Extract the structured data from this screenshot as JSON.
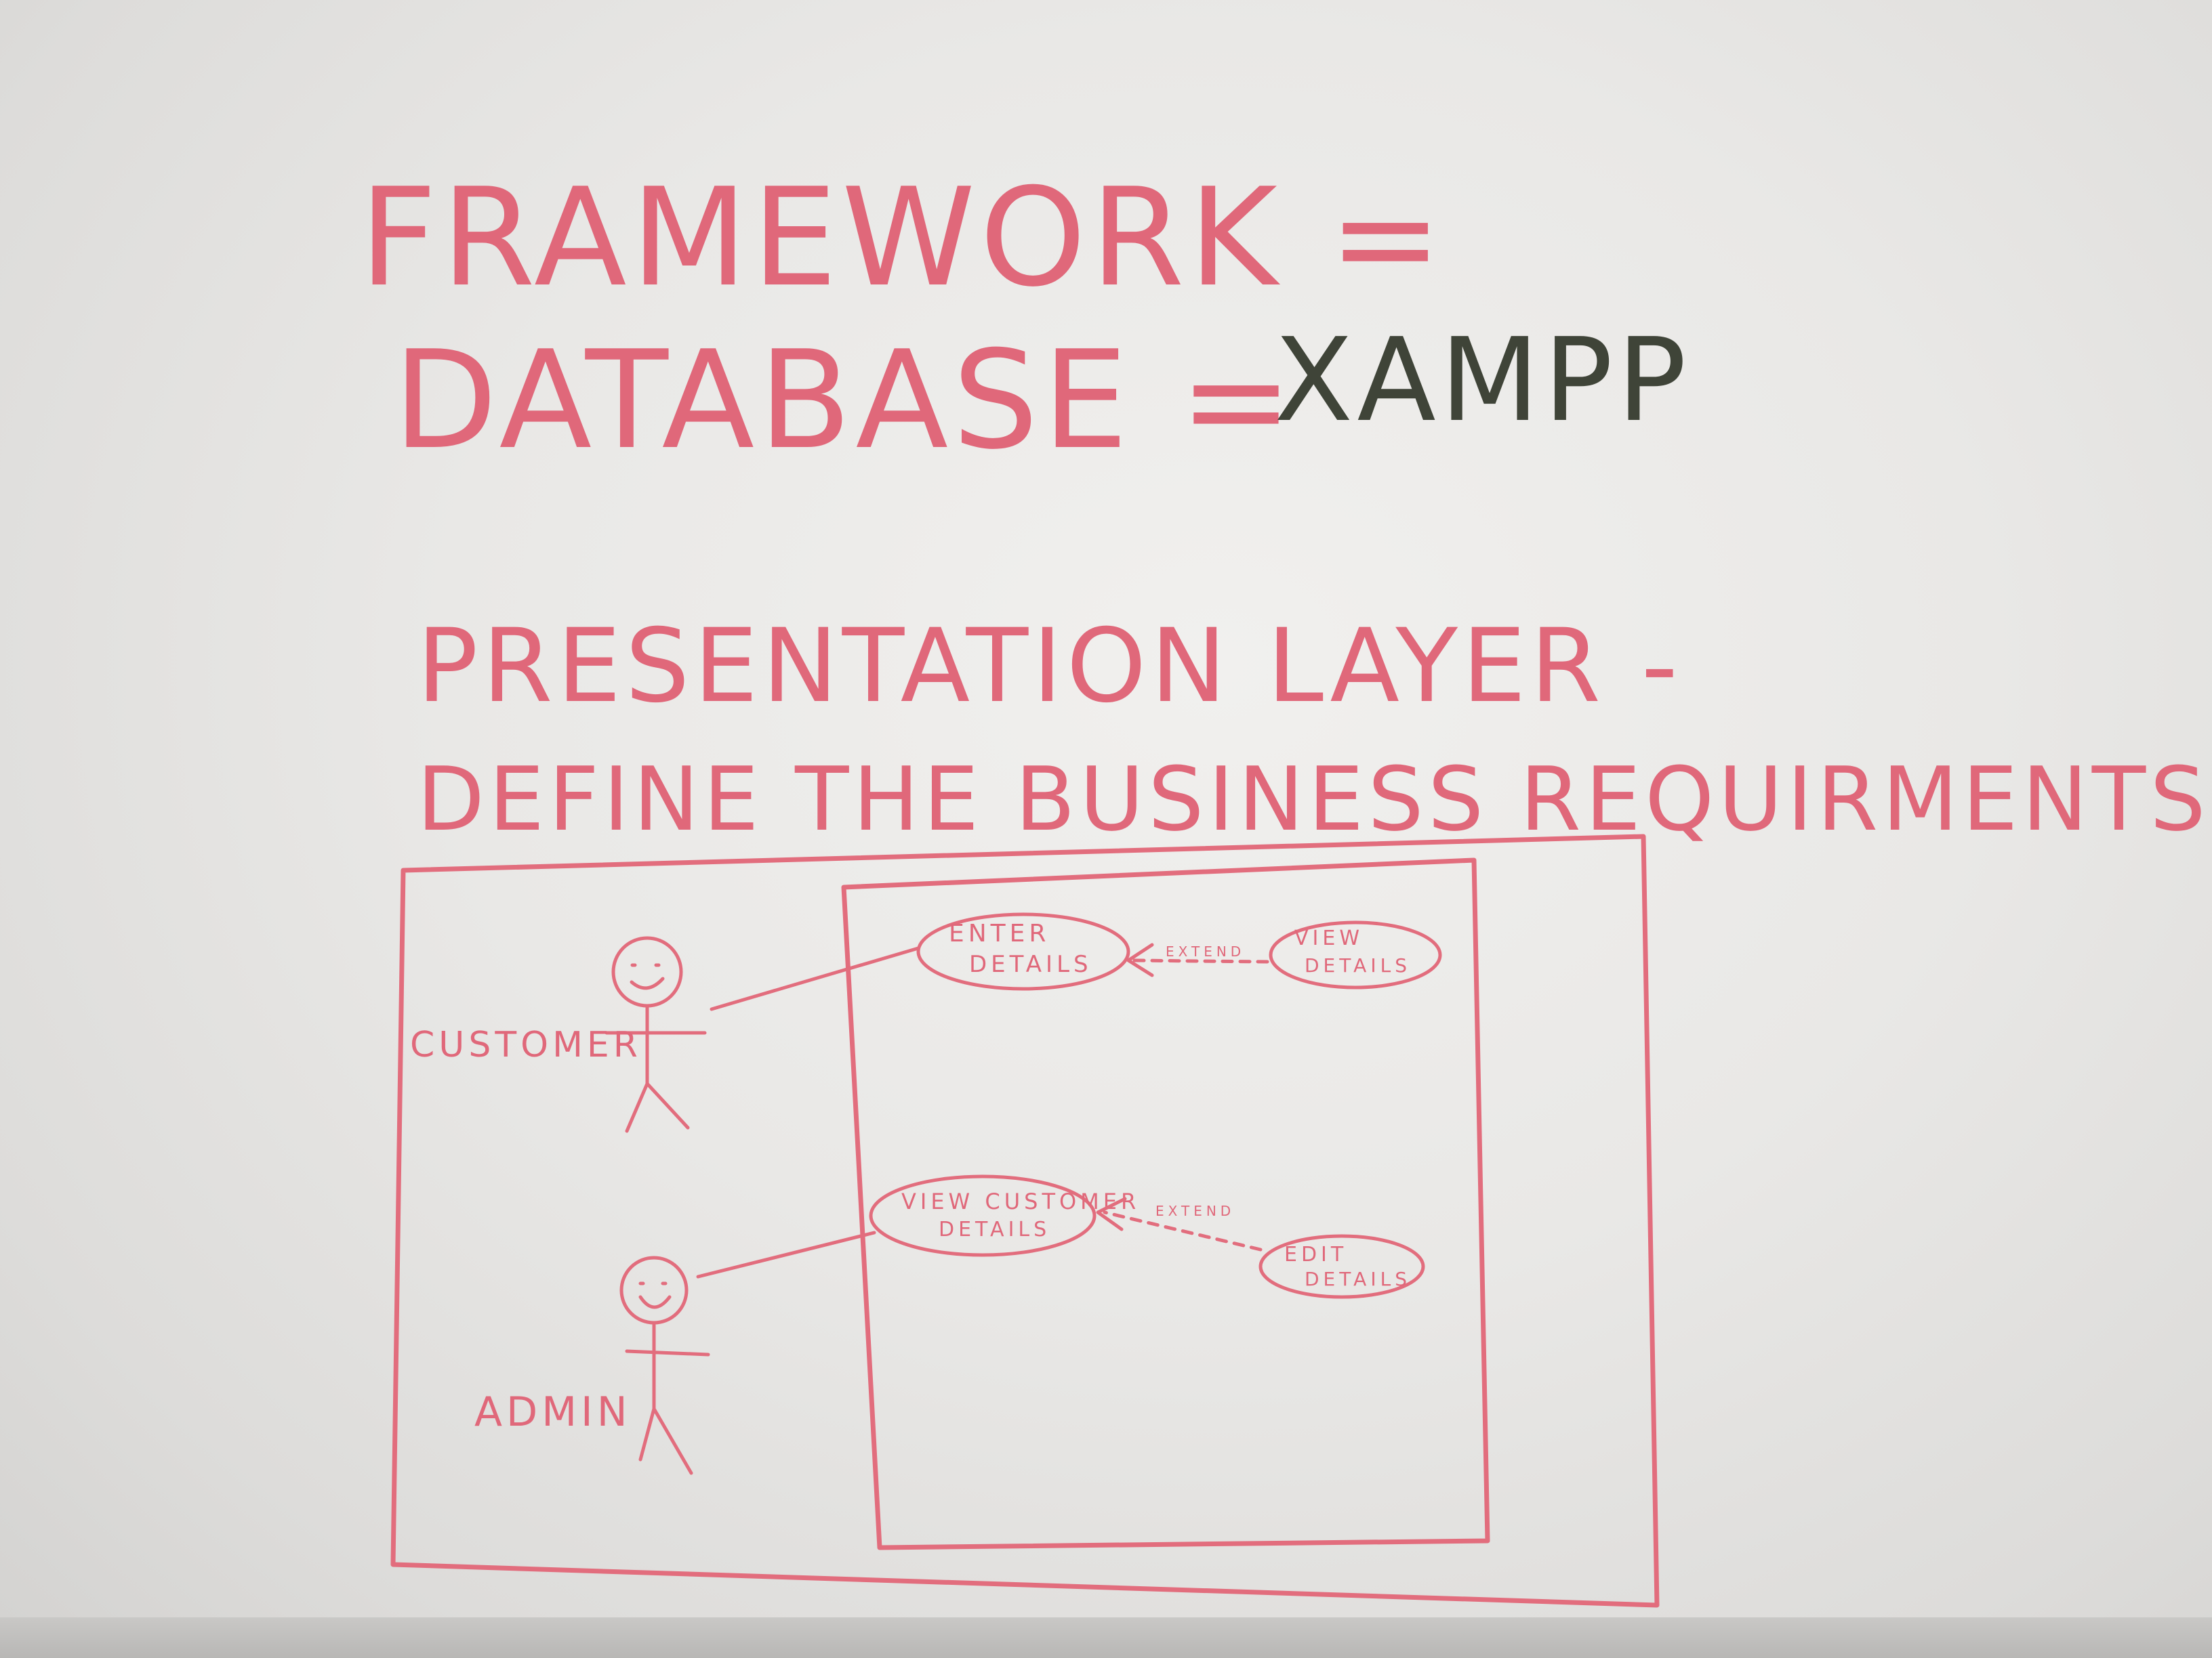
{
  "whiteboard": {
    "framework_label": "FRAMEWORK =",
    "database_label": "DATABASE =",
    "database_value": "XAMPP",
    "presentation_label": "PRESENTATION LAYER -",
    "requirements_label": "DEFINE THE BUSINESS REQUIRMENTS -"
  },
  "use_case_diagram": {
    "actors": {
      "customer": "CUSTOMER",
      "admin": "ADMIN"
    },
    "use_cases": {
      "enter_details": [
        "ENTER",
        "DETAILS"
      ],
      "view_details": [
        "VIEW",
        "DETAILS"
      ],
      "view_customer_details": [
        "VIEW CUSTOMER",
        "DETAILS"
      ],
      "edit_details": [
        "EDIT",
        "DETAILS"
      ]
    },
    "relations": {
      "extend_top": "EXTEND",
      "extend_bottom": "EXTEND"
    }
  },
  "colors": {
    "marker_red": "#e0687a",
    "marker_black": "#3f4438",
    "board": "#eceae8"
  }
}
